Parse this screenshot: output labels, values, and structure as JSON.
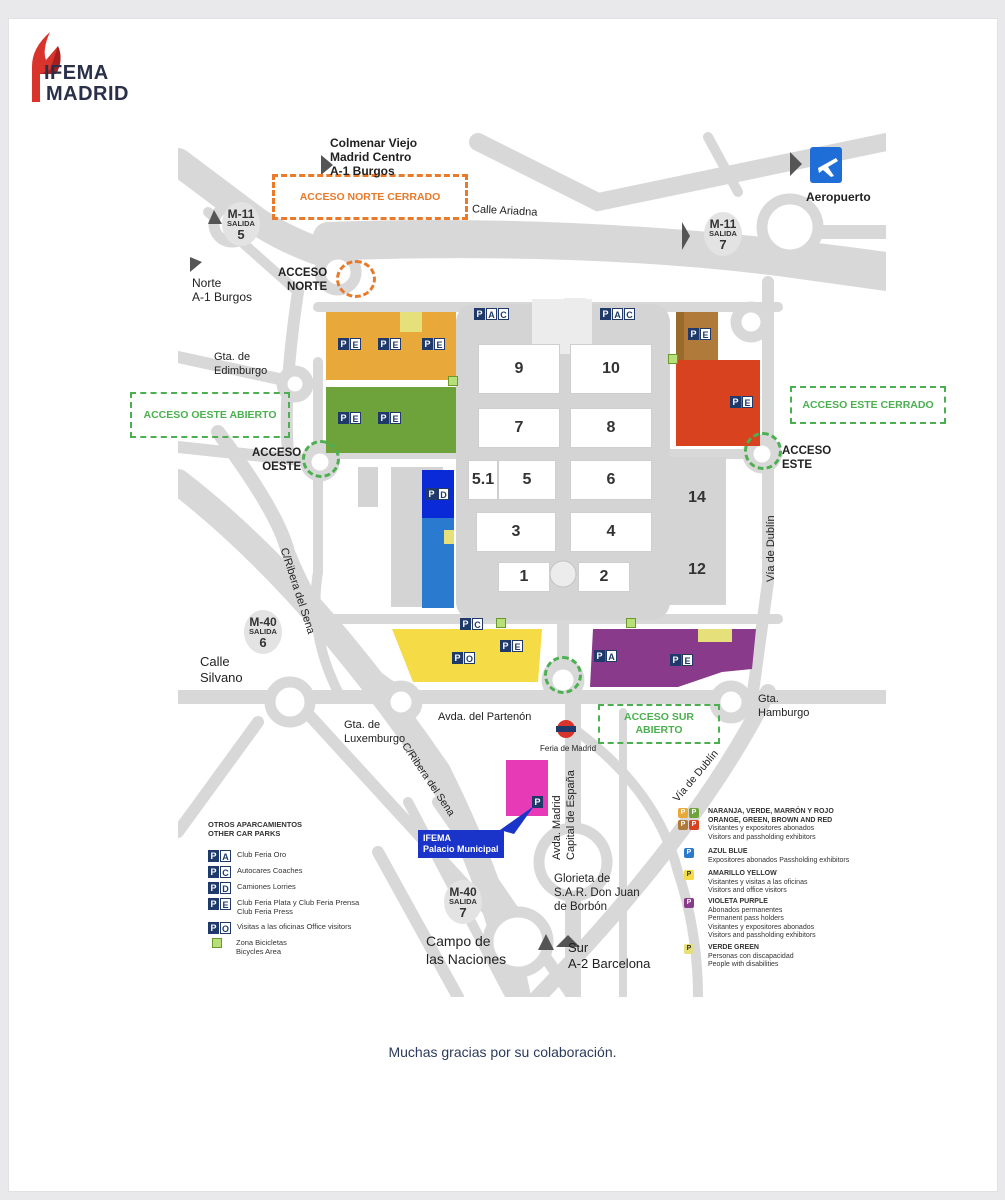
{
  "logo": {
    "line1": "IFEMA",
    "line2": "MADRID"
  },
  "colors": {
    "orange": "#e8a93a",
    "green": "#6ea23a",
    "red": "#d9421f",
    "brown": "#b07a3a",
    "blue": "#2a7bd0",
    "yellow": "#f5db45",
    "purple": "#8a3a8a",
    "magenta": "#e63ab7",
    "access_open": "#4caf50",
    "access_closed": "#e87a2a"
  },
  "places": {
    "colmenar": [
      "Colmenar Viejo",
      "Madrid Centro",
      "A-1 Burgos"
    ],
    "aeropuerto": "Aeropuerto",
    "calle_ariadna": "Calle Ariadna",
    "norte": [
      "Norte",
      "A-1 Burgos"
    ],
    "gta_edimburgo": [
      "Gta. de",
      "Edimburgo"
    ],
    "ribera_sena": "C/Ribera del Sena",
    "calle_silvano": [
      "Calle",
      "Silvano"
    ],
    "gta_luxemburgo": [
      "Gta. de",
      "Luxemburgo"
    ],
    "avda_partenon": "Avda. del Partenón",
    "feria_madrid": "Feria de Madrid",
    "via_dublin": "Vía de Dublín",
    "gta_hamburgo": [
      "Gta.",
      "Hamburgo"
    ],
    "avda_madrid": [
      "Avda. Madrid",
      "Capital de España"
    ],
    "glorieta": [
      "Glorieta de",
      "S.A.R. Don Juan",
      "de Borbón"
    ],
    "campo_naciones": [
      "Campo de",
      "las Naciones"
    ],
    "sur": [
      "Sur",
      "A-2 Barcelona"
    ],
    "palacio": [
      "IFEMA",
      "Palacio Municipal"
    ]
  },
  "badges": [
    {
      "road": "M-11",
      "salida": "SALIDA",
      "num": "5"
    },
    {
      "road": "M-11",
      "salida": "SALIDA",
      "num": "7"
    },
    {
      "road": "M-40",
      "salida": "SALIDA",
      "num": "6"
    },
    {
      "road": "M-40",
      "salida": "SALIDA",
      "num": "7"
    }
  ],
  "access": {
    "norte_cerrado": "ACCESO NORTE CERRADO",
    "norte": [
      "ACCESO",
      "NORTE"
    ],
    "oeste_abierto": "ACCESO OESTE ABIERTO",
    "oeste": [
      "ACCESO",
      "OESTE"
    ],
    "este_cerrado": "ACCESO ESTE CERRADO",
    "este": [
      "ACCESO",
      "ESTE"
    ],
    "sur_abierto": [
      "ACCESO SUR",
      "ABIERTO"
    ]
  },
  "halls": [
    "9",
    "10",
    "7",
    "8",
    "5.1",
    "5",
    "6",
    "3",
    "4",
    "1",
    "2",
    "14",
    "12"
  ],
  "parking_letters": {
    "P": "P",
    "A": "A",
    "C": "C",
    "D": "D",
    "E": "E",
    "O": "O"
  },
  "legend_left": {
    "title": [
      "OTROS APARCAMIENTOS",
      "OTHER CAR PARKS"
    ],
    "items": [
      {
        "code": "A",
        "text": [
          "Club Feria Oro"
        ]
      },
      {
        "code": "C",
        "text": [
          "Autocares Coaches"
        ]
      },
      {
        "code": "D",
        "text": [
          "Camiones Lorries"
        ]
      },
      {
        "code": "E",
        "text": [
          "Club Feria Plata y Club Feria Prensa",
          "Club Feria Press"
        ]
      },
      {
        "code": "O",
        "text": [
          "Visitas a las oficinas Office visitors"
        ]
      },
      {
        "code": "bike",
        "text": [
          "Zona Bicicletas",
          "Bicycles Area"
        ]
      }
    ]
  },
  "legend_right": [
    {
      "title": [
        "NARANJA, VERDE, MARRÓN Y ROJO",
        "ORANGE, GREEN, BROWN AND RED"
      ],
      "desc": [
        "Visitantes y expositores abonados",
        "Visitors and passholding exhibitors"
      ]
    },
    {
      "title": [
        "AZUL BLUE"
      ],
      "desc": [
        "Expositores abonados Passholding exhibitors"
      ]
    },
    {
      "title": [
        "AMARILLO YELLOW"
      ],
      "desc": [
        "Visitantes y visitas a las oficinas",
        "Visitors and office visitors"
      ]
    },
    {
      "title": [
        "VIOLETA PURPLE"
      ],
      "desc": [
        "Abonados permanentes",
        "Permanent pass holders",
        "Visitantes y expositores abonados",
        "Visitors and passholding exhibitors"
      ]
    },
    {
      "title": [
        "VERDE GREEN"
      ],
      "desc": [
        "Personas con discapacidad",
        "People with disabilities"
      ]
    }
  ],
  "footer": {
    "thanks": "Muchas gracias por su colaboración."
  }
}
